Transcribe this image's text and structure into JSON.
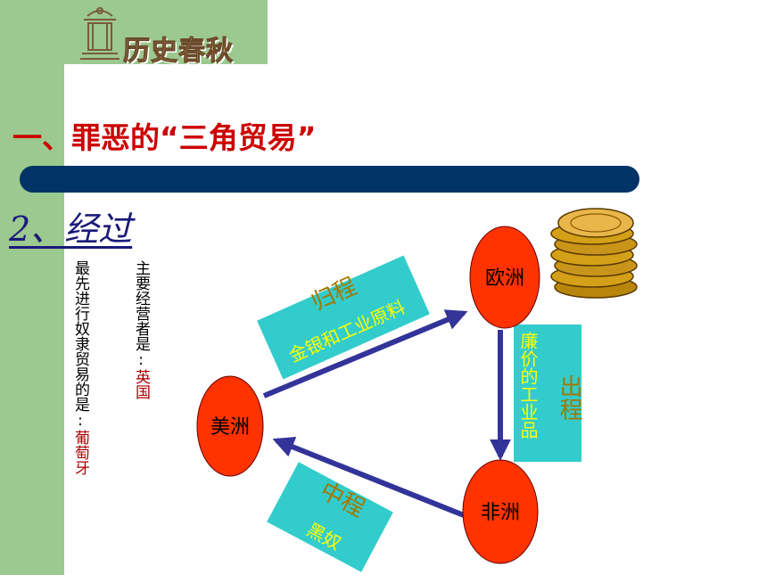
{
  "header": {
    "logo_text": "历史春秋"
  },
  "title": "一、罪恶的“三角贸易”",
  "subtitle": "2、经过",
  "notes": {
    "first_country_prefix": "最先进行奴隶贸易的是:",
    "first_country_value": "葡萄牙",
    "main_country_prefix": "主要经营者是:",
    "main_country_value": "英国"
  },
  "diagram": {
    "nodes": {
      "europe": "欧洲",
      "america": "美洲",
      "africa": "非洲"
    },
    "legs": {
      "outbound": {
        "name": "出程",
        "goods": "廉价的工业品"
      },
      "middle": {
        "name": "中程",
        "goods": "黑奴"
      },
      "return": {
        "name": "归程",
        "goods": "金银和工业原料"
      }
    },
    "colors": {
      "node_fill": "#ff3300",
      "box_fill": "#33cccc",
      "arrow": "#33339a",
      "name_text": "#a07800",
      "goods_text": "#ffff00"
    }
  }
}
